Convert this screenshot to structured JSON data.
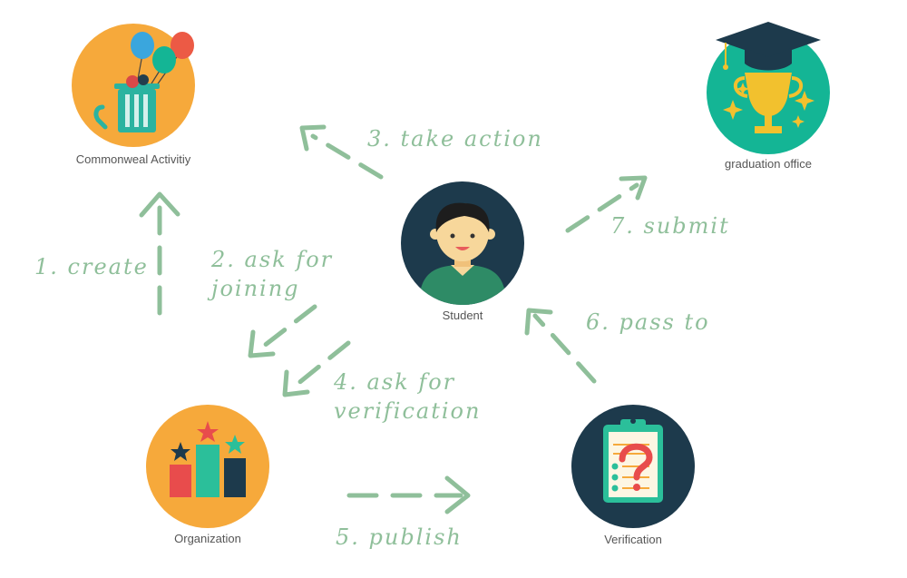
{
  "nodes": {
    "commonweal": {
      "label": "Commonweal Activitiy",
      "color": "#f6a93b"
    },
    "graduation": {
      "label": "graduation office",
      "color": "#14b595"
    },
    "student": {
      "label": "Student",
      "color": "#1d3a4c"
    },
    "organization": {
      "label": "Organization",
      "color": "#f6a93b"
    },
    "verification": {
      "label": "Verification",
      "color": "#1d3a4c"
    }
  },
  "steps": {
    "s1": "1. create",
    "s2a": "2. ask for",
    "s2b": "joining",
    "s3": "3. take action",
    "s4a": "4. ask for",
    "s4b": "verification",
    "s5": "5. publish",
    "s6": "6. pass to",
    "s7": "7. submit"
  },
  "colors": {
    "arrow": "#8fbf9a"
  }
}
